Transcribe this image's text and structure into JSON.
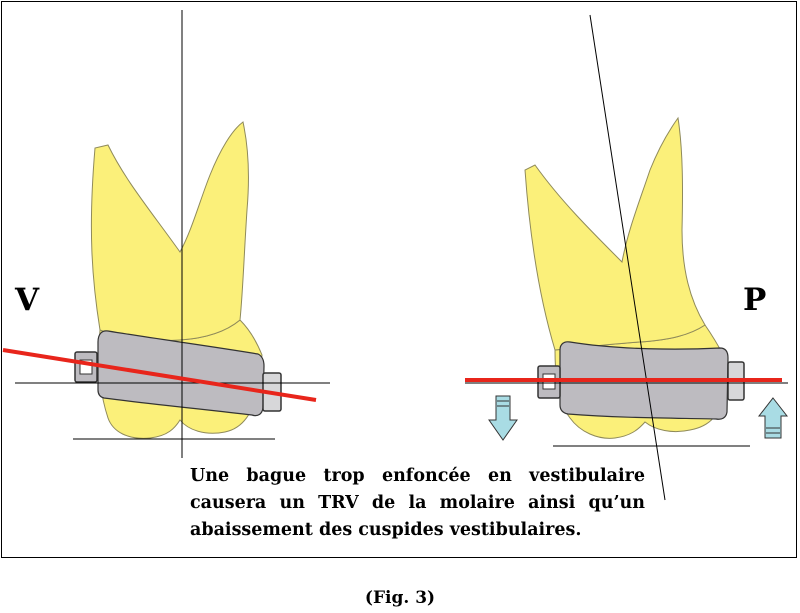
{
  "labels": {
    "vestibular": "V",
    "palatal": "P"
  },
  "caption": {
    "lines": [
      "Une bague trop enfoncée en vestibulaire",
      "causera un TRV de la molaire ainsi qu’un",
      "abaissement des cuspides vestibulaires."
    ]
  },
  "figure_label": "(Fig. 3)",
  "colors": {
    "tooth": "#fbf07a",
    "band": "#bdbbc0",
    "reference_line": "#e8251b",
    "arrow": "#a9dce4"
  }
}
